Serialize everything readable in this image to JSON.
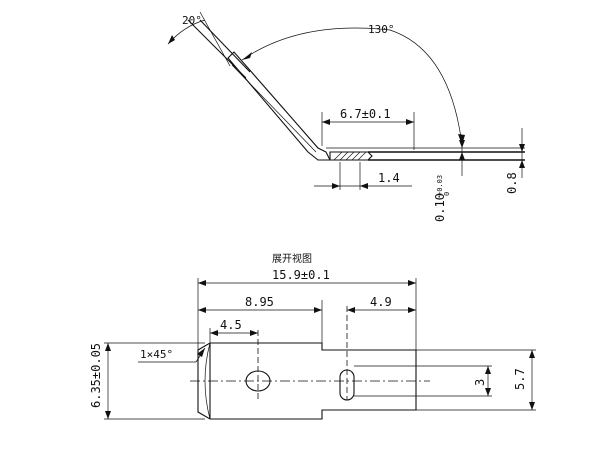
{
  "side_view": {
    "angle_top": "20°",
    "angle_bend": "130°",
    "dim_flat_length": "6.7±0.1",
    "dim_bend_offset": "1.4",
    "dim_thickness": "0.8",
    "tol_main": "0.10",
    "tol_upper": "+0.03",
    "tol_lower": "0"
  },
  "flat_view": {
    "title": "展开视图",
    "dim_total": "15.9±0.1",
    "dim_left": "8.95",
    "dim_right": "4.9",
    "dim_hole": "4.5",
    "dim_width": "6.35±0.05",
    "dim_chamfer": "1×45°",
    "dim_slot": "3",
    "dim_tab_width": "5.7"
  }
}
